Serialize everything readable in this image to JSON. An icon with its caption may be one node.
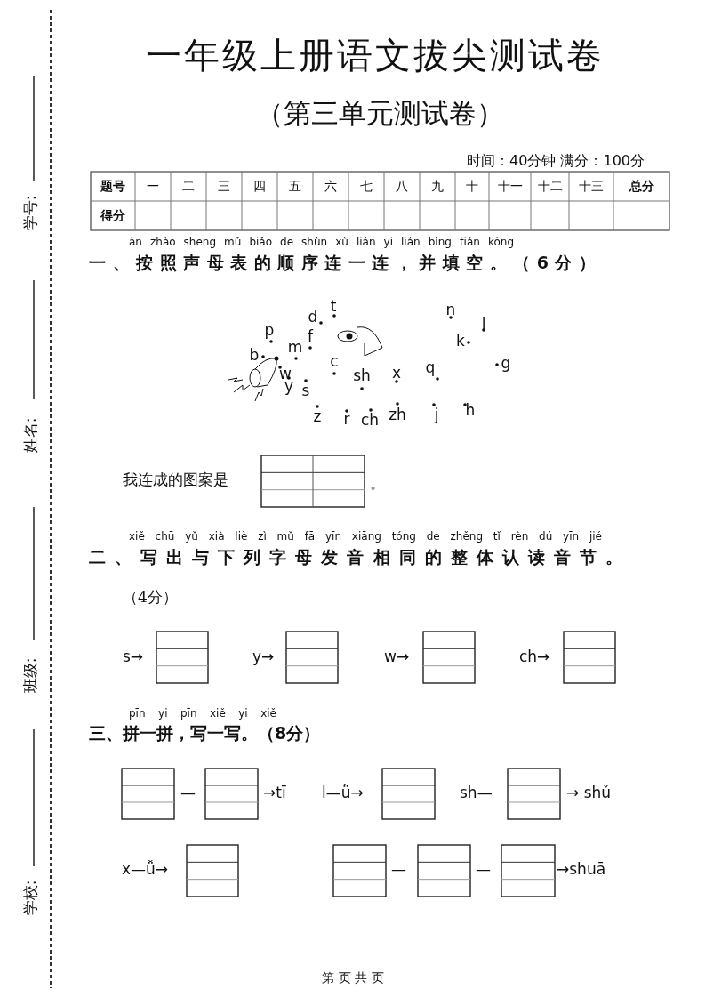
{
  "diagram": {
    "title": "一年级上册语文拔尖测试卷",
    "labels": [
      "学号:",
      "姓名:",
      "班级:",
      "学校:",
      "（第三单元测试卷）",
      "时间：40分钟  满分：100分",
      "题号",
      "一",
      "二",
      "三",
      "四",
      "五",
      "六",
      "七",
      "八",
      "九",
      "十",
      "十一",
      "十二",
      "十三",
      "总分",
      "得分",
      "àn zhào shēng mǔ biǎo de shùn xù lián yi lián bìng tián kòng",
      "一、按照声母表的顺序连一连，并填空。（6分）",
      "t",
      "d",
      "p",
      "f",
      "m",
      "b",
      "w",
      "y",
      "s",
      "c",
      "sh",
      "x",
      "q",
      "n",
      "l",
      "k",
      "g",
      "z",
      "r",
      "ch",
      "zh",
      "j",
      "h",
      "我连成的图案是",
      "。",
      "xiě chū yǔ xià liè zì mǔ fā yīn xiāng tóng de zhěng tǐ rèn dú yīn jié",
      "二、写出与下列字母发音相同的整体认读音节。",
      "（4分）",
      "s→",
      "y→",
      "w→",
      "ch→",
      "pīn yi pīn xiě yi xiě",
      "三、拼一拼，写一写。（8分）",
      "—",
      "→tī",
      "l—ǜ→",
      "sh—",
      "→ shǔ",
      "x—ǚ→",
      "—",
      "—",
      "→shuā",
      "第 页 共 页"
    ]
  }
}
